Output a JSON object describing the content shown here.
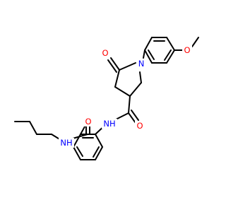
{
  "molecule": {
    "colors": {
      "bond": "#000000",
      "oxygen": "#ff0000",
      "nitrogen": "#0000ff",
      "background": "#ffffff"
    },
    "atoms": {
      "o_methoxy": "O",
      "o_lactam": "O",
      "n_ring": "N",
      "nh_amide": "NH",
      "o_amide1": "O",
      "o_amide2": "O",
      "nh_butyl": "NH"
    }
  }
}
